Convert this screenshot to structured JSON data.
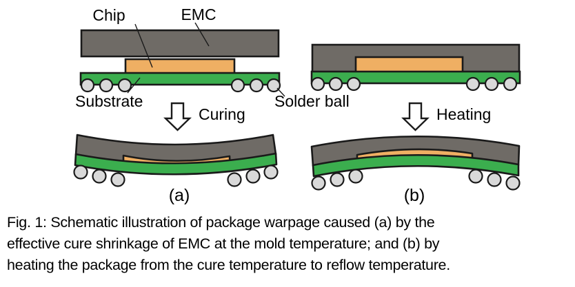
{
  "figure": {
    "caption": "Fig. 1: Schematic illustration of package warpage caused (a) by the\neffective cure shrinkage of EMC at the mold temperature; and (b) by\nheating the package from the cure temperature to reflow temperature.",
    "panel_labels": {
      "a": "(a)",
      "b": "(b)"
    },
    "annotations": {
      "chip": "Chip",
      "emc": "EMC",
      "substrate": "Substrate",
      "solder_ball": "Solder ball"
    },
    "process_arrows": {
      "left": "Curing",
      "right": "Heating"
    },
    "colors": {
      "emc_gray": "#6F6B66",
      "chip_orange": "#EFAF63",
      "substrate_green": "#3BAE4E",
      "solder_ball_gray": "#D9D9D9",
      "outline": "#1A1A1A",
      "background": "#FFFFFF",
      "text": "#000000"
    },
    "icons": {
      "down_arrow": "down-arrow-outline"
    }
  }
}
